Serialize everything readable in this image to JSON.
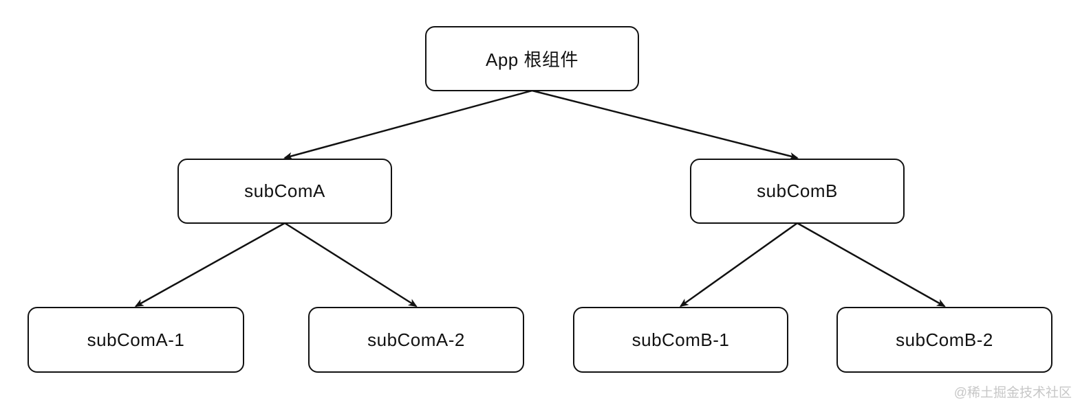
{
  "diagram": {
    "type": "tree",
    "description": "Component hierarchy diagram"
  },
  "nodes": {
    "app": {
      "label": "App 根组件"
    },
    "subComA": {
      "label": "subComA"
    },
    "subComB": {
      "label": "subComB"
    },
    "subComA1": {
      "label": "subComA-1"
    },
    "subComA2": {
      "label": "subComA-2"
    },
    "subComB1": {
      "label": "subComB-1"
    },
    "subComB2": {
      "label": "subComB-2"
    }
  },
  "edges": [
    {
      "from": "app",
      "to": "subComA"
    },
    {
      "from": "app",
      "to": "subComB"
    },
    {
      "from": "subComA",
      "to": "subComA1"
    },
    {
      "from": "subComA",
      "to": "subComA2"
    },
    {
      "from": "subComB",
      "to": "subComB1"
    },
    {
      "from": "subComB",
      "to": "subComB2"
    }
  ],
  "watermark": {
    "text": "@稀土掘金技术社区"
  },
  "colors": {
    "stroke": "#111111",
    "node_fill": "#ffffff",
    "background": "#ffffff",
    "watermark": "#c7c7c7"
  }
}
